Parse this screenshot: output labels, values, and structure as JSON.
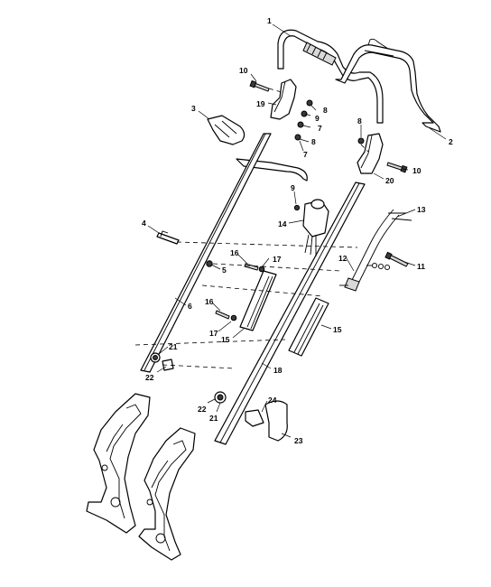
{
  "diagram": {
    "callouts": [
      {
        "id": "c1",
        "text": "1"
      },
      {
        "id": "c2",
        "text": "2"
      },
      {
        "id": "c3",
        "text": "3"
      },
      {
        "id": "c4",
        "text": "4"
      },
      {
        "id": "c5",
        "text": "5"
      },
      {
        "id": "c6",
        "text": "6"
      },
      {
        "id": "c7a",
        "text": "7"
      },
      {
        "id": "c7b",
        "text": "7"
      },
      {
        "id": "c8a",
        "text": "8"
      },
      {
        "id": "c8b",
        "text": "8"
      },
      {
        "id": "c8c",
        "text": "8"
      },
      {
        "id": "c9a",
        "text": "9"
      },
      {
        "id": "c9b",
        "text": "9"
      },
      {
        "id": "c10a",
        "text": "10"
      },
      {
        "id": "c10b",
        "text": "10"
      },
      {
        "id": "c11",
        "text": "11"
      },
      {
        "id": "c12",
        "text": "12"
      },
      {
        "id": "c13",
        "text": "13"
      },
      {
        "id": "c14",
        "text": "14"
      },
      {
        "id": "c15a",
        "text": "15"
      },
      {
        "id": "c15b",
        "text": "15"
      },
      {
        "id": "c16a",
        "text": "16"
      },
      {
        "id": "c16b",
        "text": "16"
      },
      {
        "id": "c17a",
        "text": "17"
      },
      {
        "id": "c17b",
        "text": "17"
      },
      {
        "id": "c18",
        "text": "18"
      },
      {
        "id": "c19",
        "text": "19"
      },
      {
        "id": "c20",
        "text": "20"
      },
      {
        "id": "c21a",
        "text": "21"
      },
      {
        "id": "c21b",
        "text": "21"
      },
      {
        "id": "c22a",
        "text": "22"
      },
      {
        "id": "c22b",
        "text": "22"
      },
      {
        "id": "c23",
        "text": "23"
      },
      {
        "id": "c24",
        "text": "24"
      }
    ]
  }
}
